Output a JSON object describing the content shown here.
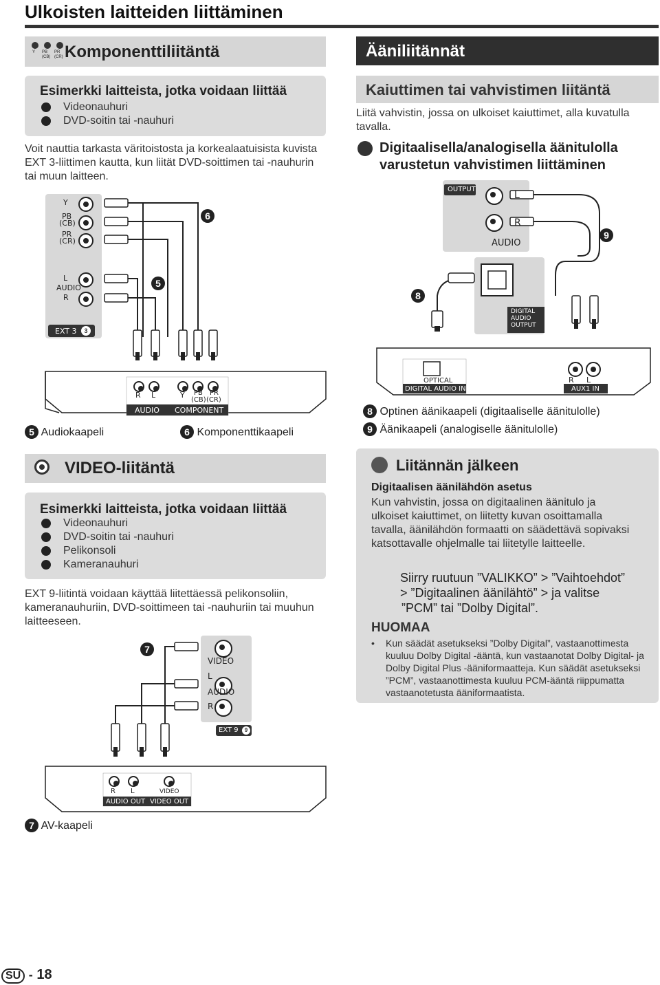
{
  "page_title": "Ulkoisten laitteiden liittäminen",
  "component": {
    "icon_labels": [
      "Y",
      "PB (CB)",
      "PR (CR)"
    ],
    "heading": "Komponenttiliitäntä",
    "box_title": "Esimerkki laitteista, jotka voidaan liittää",
    "devices": [
      "Videonauhuri",
      "DVD-soitin tai -nauhuri"
    ],
    "body": "Voit nauttia tarkasta väritoistosta ja korkealaatuisista kuvista EXT 3-liittimen kautta, kun liität DVD-soittimen tai -nauhurin tai muun laitteen.",
    "tv_labels": {
      "y": "Y",
      "pb": "PB",
      "cb": "(CB)",
      "pr": "PR",
      "cr": "(CR)",
      "l": "L",
      "audio": "AUDIO",
      "r": "R",
      "ext": "EXT 3",
      "ext_num": "3"
    },
    "cable5_num": "5",
    "cable6_num": "6",
    "device_labels": {
      "r": "R",
      "l": "L",
      "y": "Y",
      "pb": "PB",
      "cb": "(CB)",
      "pr": "PR",
      "cr": "(CR)",
      "audio": "AUDIO",
      "component": "COMPONENT"
    },
    "caption5": "Audiokaapeli",
    "caption6": "Komponenttikaapeli"
  },
  "audio": {
    "heading": "Ääniliitännät",
    "subheading": "Kaiuttimen tai vahvistimen liitäntä",
    "intro": "Liitä vahvistin, jossa on ulkoiset kaiuttimet, alla kuvatulla tavalla.",
    "subsection_title": "Digitaalisella/analogisella äänitulolla varustetun vahvistimen liittäminen",
    "tv_labels": {
      "output": "OUTPUT",
      "l": "L",
      "r": "R",
      "audio": "AUDIO",
      "digital": "DIGITAL",
      "audio2": "AUDIO",
      "output2": "OUTPUT"
    },
    "cable8_num": "8",
    "cable9_num": "9",
    "amp_labels": {
      "optical": "OPTICAL",
      "digital_in": "DIGITAL AUDIO IN",
      "r": "R",
      "l": "L",
      "aux": "AUX1 IN"
    },
    "caption8": "Optinen äänikaapeli (digitaaliselle äänitulolle)",
    "caption9": "Äänikaapeli (analogiselle äänitulolle)"
  },
  "after": {
    "heading": "Liitännän jälkeen",
    "setting_title": "Digitaalisen äänilähdön asetus",
    "setting_body": "Kun vahvistin, jossa on digitaalinen äänitulo ja ulkoiset kaiuttimet, on liitetty kuvan osoittamalla tavalla, äänilähdön formaatti on säädettävä sopivaksi katsottavalle ohjelmalle tai liitetylle laitteelle.",
    "instruction_1": "Siirry ruutuun ”VALIKKO” > ”Vaihtoehdot”",
    "instruction_2": "> ”Digitaalinen äänilähtö” > ja valitse",
    "instruction_3": "”PCM” tai ”Dolby Digital”.",
    "note_title": "HUOMAA",
    "note_body": "Kun säädät asetukseksi ”Dolby Digital”, vastaanottimesta kuuluu Dolby Digital -ääntä, kun vastaanotat Dolby Digital- ja Dolby Digital Plus -ääniformaatteja. Kun säädät asetukseksi ”PCM”, vastaanottimesta kuuluu PCM-ääntä riippumatta vastaanotetusta ääniformaatista."
  },
  "video": {
    "heading": "VIDEO-liitäntä",
    "box_title": "Esimerkki laitteista, jotka voidaan liittää",
    "devices": [
      "Videonauhuri",
      "DVD-soitin tai -nauhuri",
      "Pelikonsoli",
      "Kameranauhuri"
    ],
    "body": "EXT 9-liitintä voidaan käyttää liitettäessä pelikonsoliin, kameranauhuriin, DVD-soittimeen tai -nauhuriin tai muuhun laitteeseen.",
    "cable7_num": "7",
    "tv_labels": {
      "video": "VIDEO",
      "l": "L",
      "audio": "AUDIO",
      "r": "R",
      "ext": "EXT 9",
      "ext_num": "9"
    },
    "device_labels": {
      "r": "R",
      "l": "L",
      "video": "VIDEO",
      "audio_out": "AUDIO OUT",
      "video_out": "VIDEO OUT"
    },
    "caption7": "AV-kaapeli"
  },
  "footer": {
    "lang": "SU",
    "sep": "-",
    "page": "18"
  }
}
